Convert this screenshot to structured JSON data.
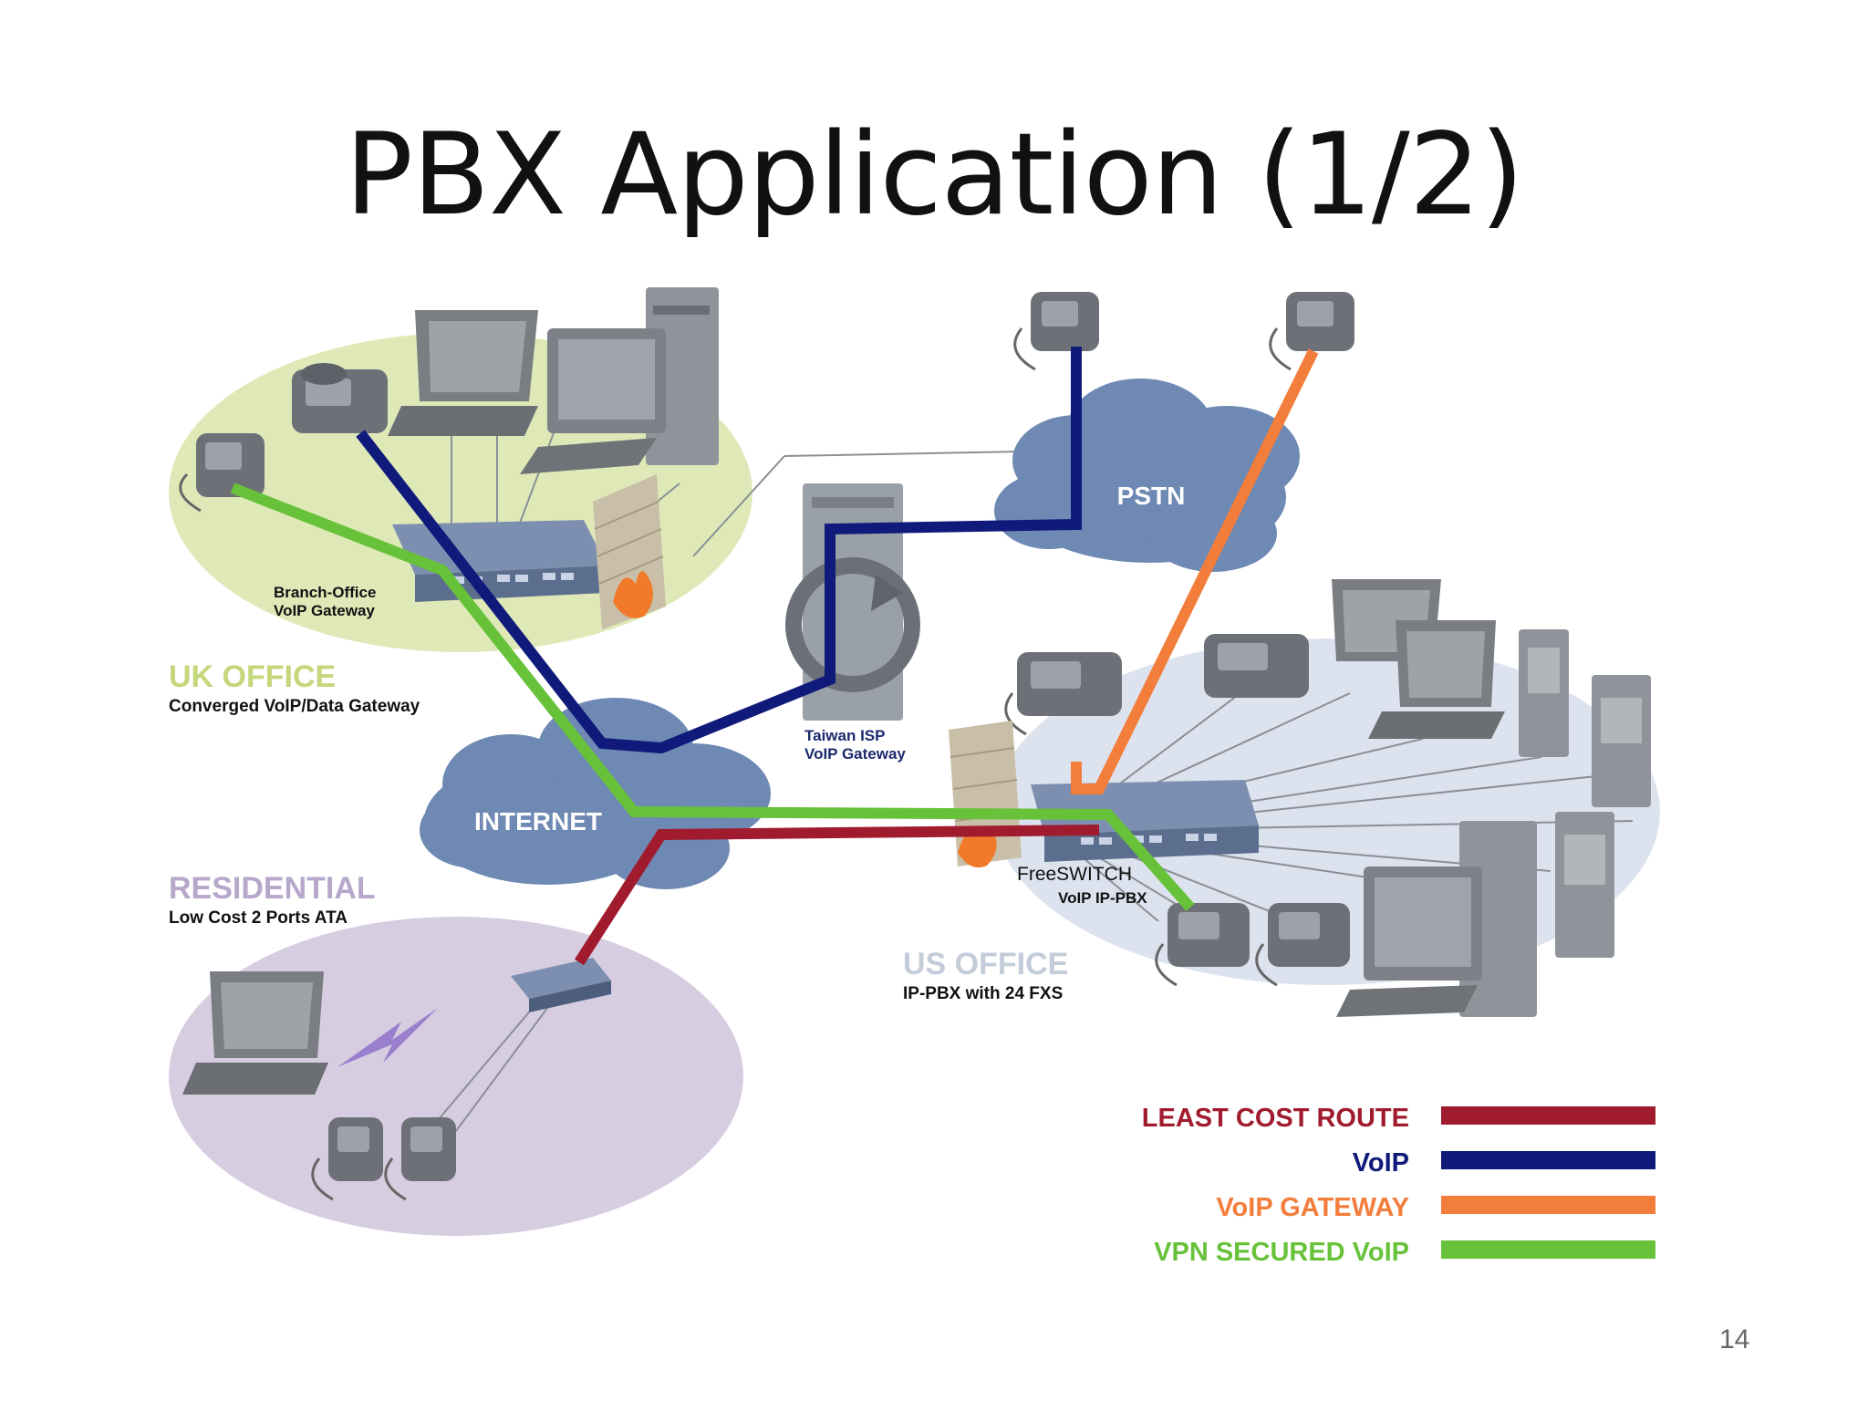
{
  "title": "PBX Application (1/2)",
  "page_number": "14",
  "colors": {
    "least_cost_route": "#a01b2e",
    "voip": "#0f1a7a",
    "voip_gateway": "#f37d3b",
    "vpn_secured_voip": "#67c23a",
    "uk_zone": "#dfe9b8",
    "us_zone": "#dde3ee",
    "residential_zone": "#d6cde1",
    "cloud": "#6e89b3"
  },
  "zones": {
    "uk": {
      "heading": "UK OFFICE",
      "subheading": "Converged VoIP/Data Gateway",
      "device_label_1": "Branch-Office",
      "device_label_2": "VoIP Gateway"
    },
    "us": {
      "heading": "US OFFICE",
      "subheading": "IP-PBX with 24 FXS",
      "device_label_1": "FreeSWITCH",
      "device_label_2": "VoIP IP-PBX"
    },
    "residential": {
      "heading": "RESIDENTIAL",
      "subheading": "Low Cost 2 Ports ATA"
    }
  },
  "clouds": {
    "internet": "INTERNET",
    "pstn": "PSTN"
  },
  "isp": {
    "label_1": "Taiwan ISP",
    "label_2": "VoIP Gateway"
  },
  "legend": [
    {
      "label": "LEAST COST ROUTE",
      "color": "#a01b2e"
    },
    {
      "label": "VoIP",
      "color": "#0f1a7a"
    },
    {
      "label": "VoIP GATEWAY",
      "color": "#f37d3b"
    },
    {
      "label": "VPN SECURED VoIP",
      "color": "#67c23a"
    }
  ]
}
